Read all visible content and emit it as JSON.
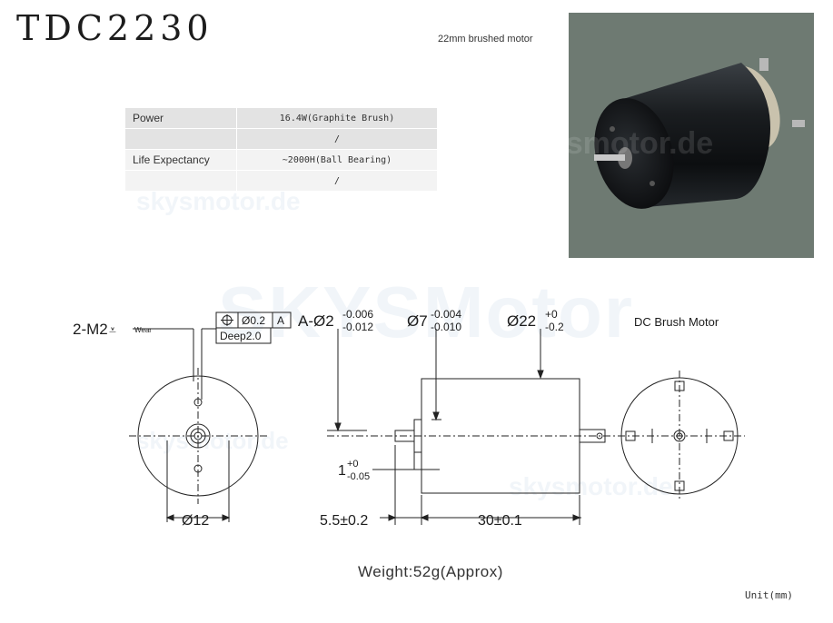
{
  "header": {
    "model": "TDC2230",
    "subtitle": "22mm brushed motor"
  },
  "specs": [
    {
      "label": "Power",
      "value": "16.4W(Graphite Brush)"
    },
    {
      "label": "",
      "value": "/"
    },
    {
      "label": "Life Expectancy",
      "value": "~2000H(Ball Bearing)"
    },
    {
      "label": "",
      "value": "/"
    }
  ],
  "watermarks": {
    "big": "SKYSMotor",
    "small": "skysmotor.de"
  },
  "drawing": {
    "m2_main": "2-M2",
    "m2_sub": "Wear",
    "tol_diameter": "Ø0.2",
    "tol_datum": "A",
    "depth": "Deep2.0",
    "shaft_main": "A-Ø2",
    "shaft_up": "-0.006",
    "shaft_lo": "-0.012",
    "boss_main": "Ø7",
    "boss_up": "-0.004",
    "boss_lo": "-0.010",
    "body_main": "Ø22",
    "body_up": "+0",
    "body_lo": "-0.2",
    "motor_type": "DC Brush Motor",
    "front_dia": "Ø12",
    "step_main": "1",
    "step_up": "+0",
    "step_lo": "-0.05",
    "shaft_len": "5.5±0.2",
    "body_len": "30±0.1"
  },
  "footer": {
    "weight": "Weight:52g(Approx)",
    "unit": "Unit(mm)"
  }
}
